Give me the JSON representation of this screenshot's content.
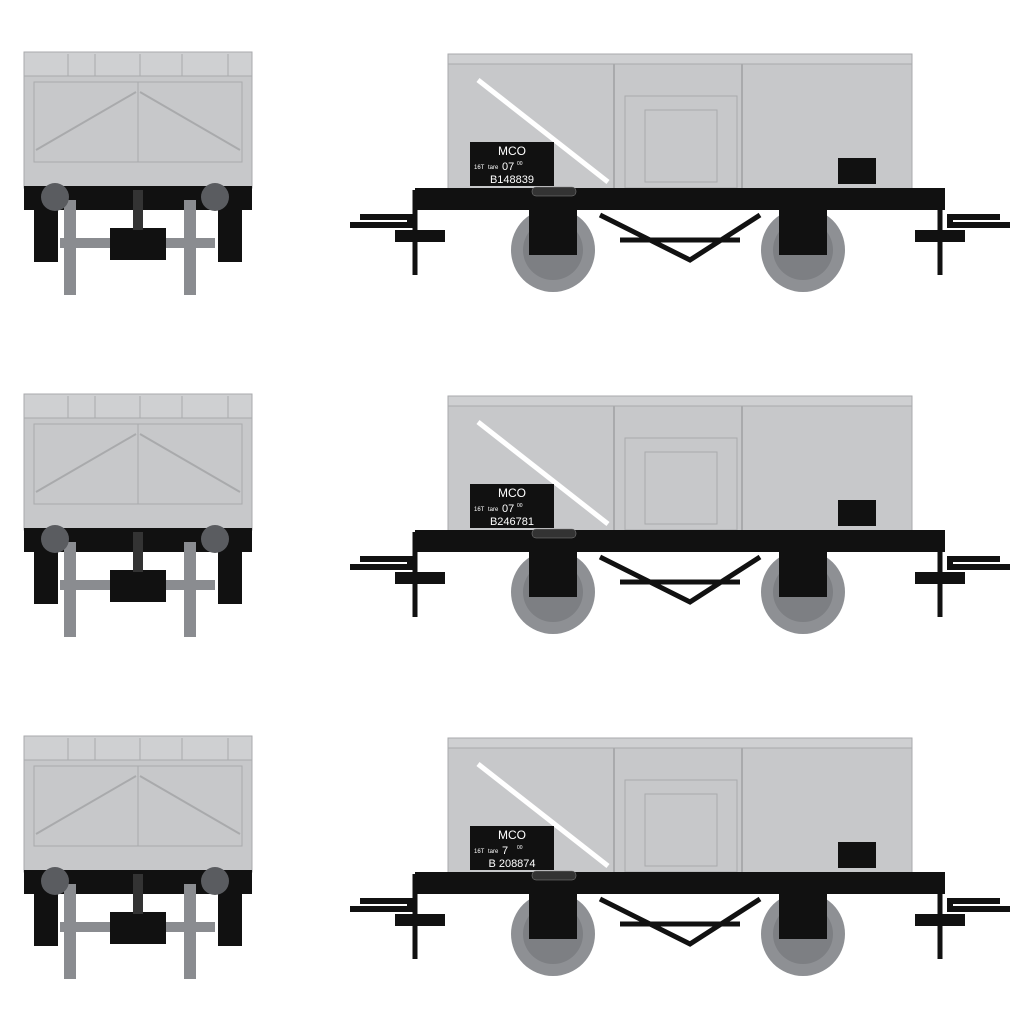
{
  "colors": {
    "body": "#c7c8ca",
    "body_edge": "#a9aaac",
    "chassis": "#111111",
    "wheel": "#8e9094",
    "buffer": "#5a5c60",
    "stripe": "#ffffff"
  },
  "wagons": [
    {
      "type": "MCO",
      "capacity": "16T",
      "tare_label": "tare",
      "tare": "07",
      "tare_sub": "00",
      "number": "B148839"
    },
    {
      "type": "MCO",
      "capacity": "16T",
      "tare_label": "tare",
      "tare": "07",
      "tare_sub": "00",
      "number": "B246781"
    },
    {
      "type": "MCO",
      "capacity": "16T",
      "tare_label": "tare",
      "tare": "7",
      "tare_sub": "00",
      "number": "B 208874"
    }
  ]
}
